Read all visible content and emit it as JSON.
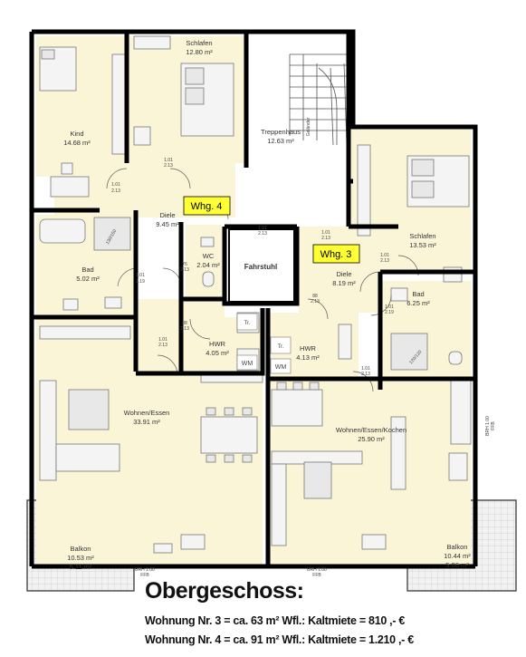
{
  "title": "Obergeschoss:",
  "apartments": [
    {
      "tag": "Whg. 4",
      "line": "Wohnung Nr. 4 = ca. 91 m² Wfl.: Kaltmiete = 1.210 ,- €"
    },
    {
      "tag": "Whg. 3",
      "line": "Wohnung Nr. 3 = ca.  63 m² Wfl.: Kaltmiete = 810 ,- €"
    }
  ],
  "rooms": {
    "schlafen4": {
      "name": "Schlafen",
      "area": "12.80 m²"
    },
    "kind": {
      "name": "Kind",
      "area": "14.68 m²"
    },
    "treppenhaus": {
      "name": "Treppenhaus",
      "area": "12.63 m²"
    },
    "diele4": {
      "name": "Diele",
      "area": "9.45 m²"
    },
    "bad4": {
      "name": "Bad",
      "area": "5.02 m²"
    },
    "wc": {
      "name": "WC",
      "area": "2.04 m²"
    },
    "hwr4": {
      "name": "HWR",
      "area": "4.05 m²"
    },
    "wohnen4": {
      "name": "Wohnen/Essen",
      "area": "33.91 m²"
    },
    "balkon4": {
      "name": "Balkon",
      "area": "10.53 m²",
      "area2": "5.11 m²"
    },
    "fahrstuhl": {
      "name": "Fahrstuhl"
    },
    "schlafen3": {
      "name": "Schlafen",
      "area": "13.53 m²"
    },
    "diele3": {
      "name": "Diele",
      "area": "8.19 m²"
    },
    "bad3": {
      "name": "Bad",
      "area": "6.25 m²"
    },
    "hwr3": {
      "name": "HWR",
      "area": "4.13 m²"
    },
    "wohnen3": {
      "name": "Wohnen/Essen/Kochen",
      "area": "25.90 m²"
    },
    "balkon3": {
      "name": "Balkon",
      "area": "10.44 m²",
      "area2": "5.06 m²"
    }
  },
  "fixtures": {
    "wm": "WM",
    "tr": "Tr.",
    "stair_label": "Geländer"
  },
  "dimensions": {
    "d101": "1.01",
    "d213": "2.13",
    "d101b": "1.01",
    "d219": "2.19",
    "d88": "88",
    "d76": "76",
    "d101c": "1.01",
    "d213b": "2.13",
    "d88b": "88",
    "d213c": "2.13",
    "d101d": "1.01",
    "d213d": "2.13",
    "d101e": "1.01",
    "d213e": "2.13",
    "d101f": "1.01",
    "d213f": "2.13",
    "d101g": "1.01",
    "d219b": "2.19",
    "d88c": "88",
    "d213g": "2.13",
    "d101h": "1.01",
    "d213h": "2.13",
    "d101i": "1.01",
    "d213i": "2.13",
    "brh_a": "BRH 1.00",
    "brh_a2": "FFB",
    "brh_b": "BRH 1.00",
    "brh_b2": "FFB",
    "brh_c": "BRH 1.00",
    "brh_c2": "FFB",
    "lbl_130": "130/150",
    "lbl_120": "120/120"
  },
  "colors": {
    "room_fill": "#fbf5d8",
    "stair_fill": "#ffffff",
    "tag_fill": "#ffff33",
    "wall": "#000000"
  }
}
